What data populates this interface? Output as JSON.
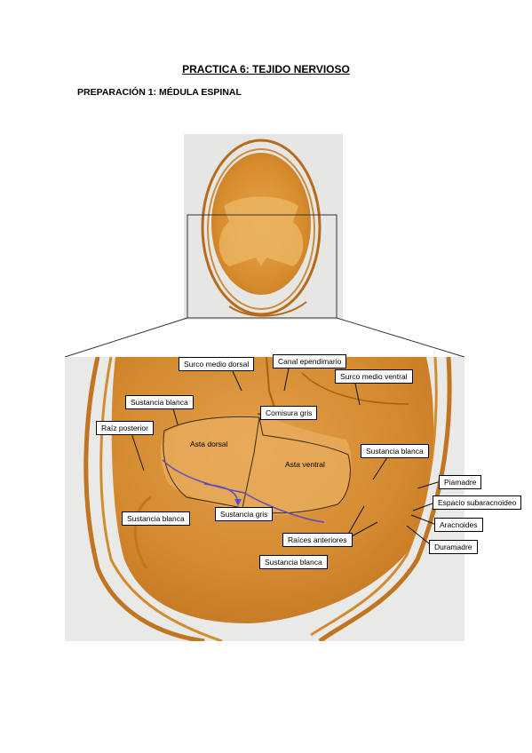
{
  "document": {
    "title": "PRACTICA 6: TEJIDO NERVIOSO",
    "subtitle": "PREPARACIÓN 1: MÉDULA ESPINAL"
  },
  "labels": {
    "surco_medio_dorsal": "Surco medio dorsal",
    "canal_ependimario": "Canal ependimario",
    "surco_medio_ventral": "Surco medio ventral",
    "sustancia_blanca_1": "Sustancia blanca",
    "comisura_gris": "Comisura gris",
    "raiz_posterior": "Raíz posterior",
    "asta_dorsal": "Asta dorsal",
    "asta_ventral": "Asta ventral",
    "sustancia_blanca_2": "Sustancia blanca",
    "piamadre": "Piamadre",
    "espacio_subaracnoideo": "Espacio subaracnoideo",
    "aracnoides": "Aracnoides",
    "sustancia_blanca_3": "Sustancia blanca",
    "sustancia_gris": "Sustancia gris",
    "raices_anteriores": "Raíces anteriores",
    "duramadre": "Duramadre",
    "sustancia_blanca_4": "Sustancia blanca"
  },
  "colors": {
    "tissue": "#d98e2c",
    "tissue_light": "#e9ad52",
    "membrane": "#b76a1a",
    "background_slide": "#e4e4e2",
    "callout_line": "#333333",
    "annotation_purple": "#5a4bc4"
  }
}
